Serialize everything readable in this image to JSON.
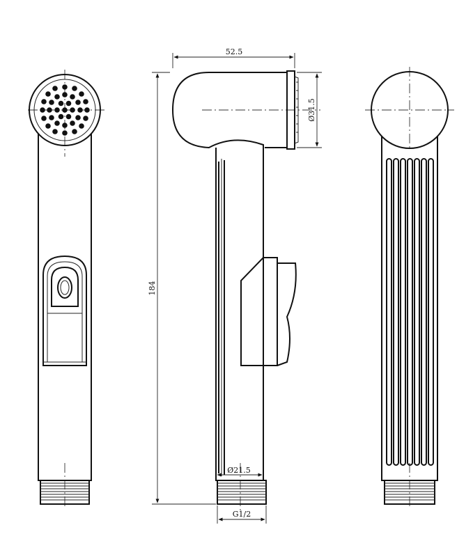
{
  "dimensions": {
    "width_top": "52.5",
    "head_diameter": "Ø31.5",
    "height": "184",
    "body_diameter": "Ø21.5",
    "thread": "G1/2"
  }
}
